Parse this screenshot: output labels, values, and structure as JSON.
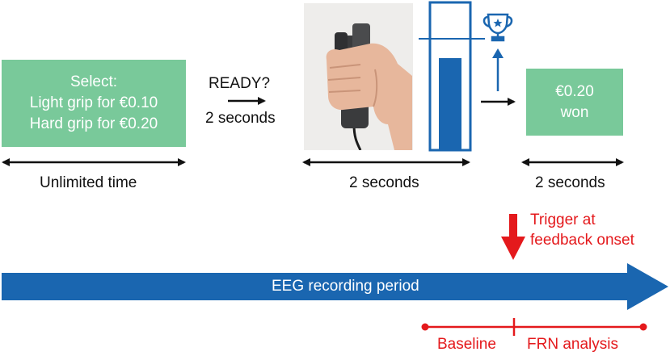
{
  "select_box": {
    "line1": "Select:",
    "line2": "Light grip for €0.10",
    "line3": "Hard grip for €0.20"
  },
  "ready": {
    "question": "READY?",
    "duration": "2 seconds"
  },
  "timelines": {
    "select_duration": "Unlimited time",
    "grip_duration": "2 seconds",
    "feedback_duration": "2 seconds"
  },
  "feedback_box": {
    "line1": "€0.20",
    "line2": "won"
  },
  "trigger": {
    "line1": "Trigger at",
    "line2": "feedback onset"
  },
  "eeg": {
    "label": "EEG recording period"
  },
  "analysis": {
    "baseline": "Baseline",
    "frn": "FRN analysis"
  },
  "colors": {
    "green": "#79c99a",
    "blue": "#1a66b0",
    "red": "#e4191c"
  },
  "icons": [
    "trophy-icon",
    "hand-grip-photo",
    "force-bar-gauge"
  ]
}
